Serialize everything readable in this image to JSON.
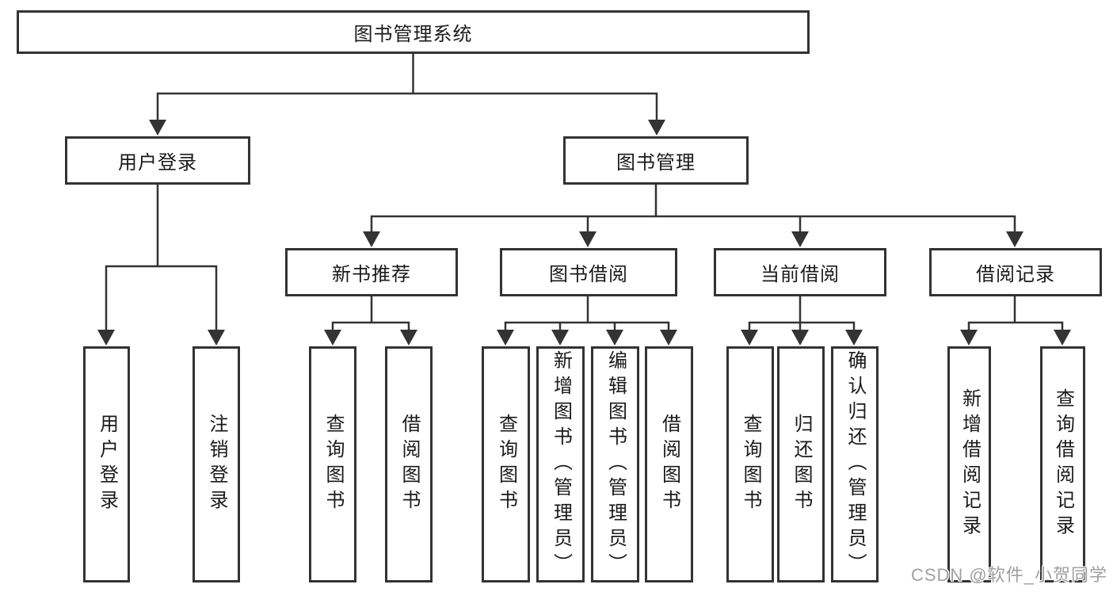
{
  "tree": {
    "root": {
      "label": "图书管理系统"
    },
    "branches": [
      {
        "label": "用户登录",
        "children": [
          {
            "label": "用户登录"
          },
          {
            "label": "注销登录"
          }
        ]
      },
      {
        "label": "图书管理",
        "children": [
          {
            "label": "新书推荐",
            "children": [
              {
                "label": "查询图书"
              },
              {
                "label": "借阅图书"
              }
            ]
          },
          {
            "label": "图书借阅",
            "children": [
              {
                "label": "查询图书"
              },
              {
                "label": "新增图书（管理员）"
              },
              {
                "label": "编辑图书（管理员）"
              },
              {
                "label": "借阅图书"
              }
            ]
          },
          {
            "label": "当前借阅",
            "children": [
              {
                "label": "查询图书"
              },
              {
                "label": "归还图书"
              },
              {
                "label": "确认归还（管理员）"
              }
            ]
          },
          {
            "label": "借阅记录",
            "children": [
              {
                "label": "新增借阅记录"
              },
              {
                "label": "查询借阅记录"
              }
            ]
          }
        ]
      }
    ]
  },
  "watermark": {
    "text": "CSDN @软件_小贺同学"
  },
  "colors": {
    "line": "#333333",
    "box_border": "#333333",
    "box_fill": "#ffffff",
    "text": "#1a1a1a",
    "watermark": "#a0a0a0",
    "background": "#ffffff"
  }
}
